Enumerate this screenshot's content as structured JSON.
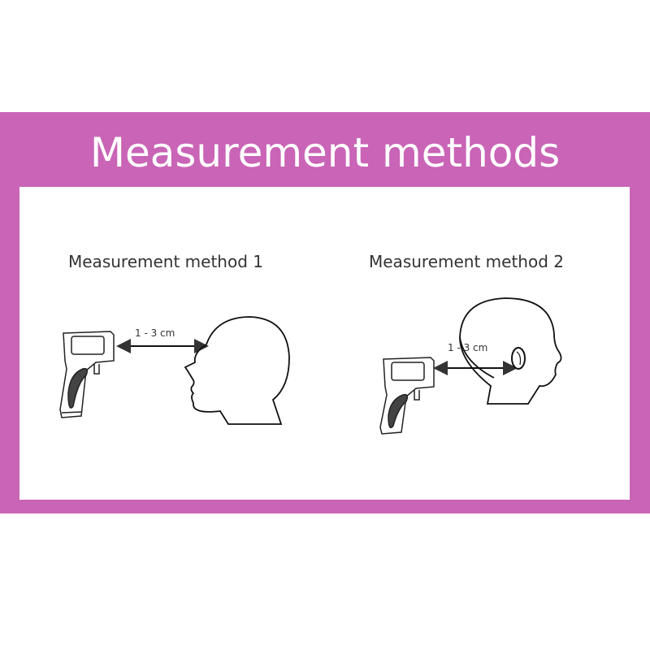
{
  "title": "Measurement methods",
  "methods": [
    {
      "label": "Measurement method 1",
      "distance": "1 - 3 cm",
      "target": "forehead"
    },
    {
      "label": "Measurement method 2",
      "distance": "1 - 3 cm",
      "target": "ear"
    }
  ],
  "colors": {
    "band": "#c964b6",
    "panel": "#ffffff",
    "line": "#111111"
  }
}
